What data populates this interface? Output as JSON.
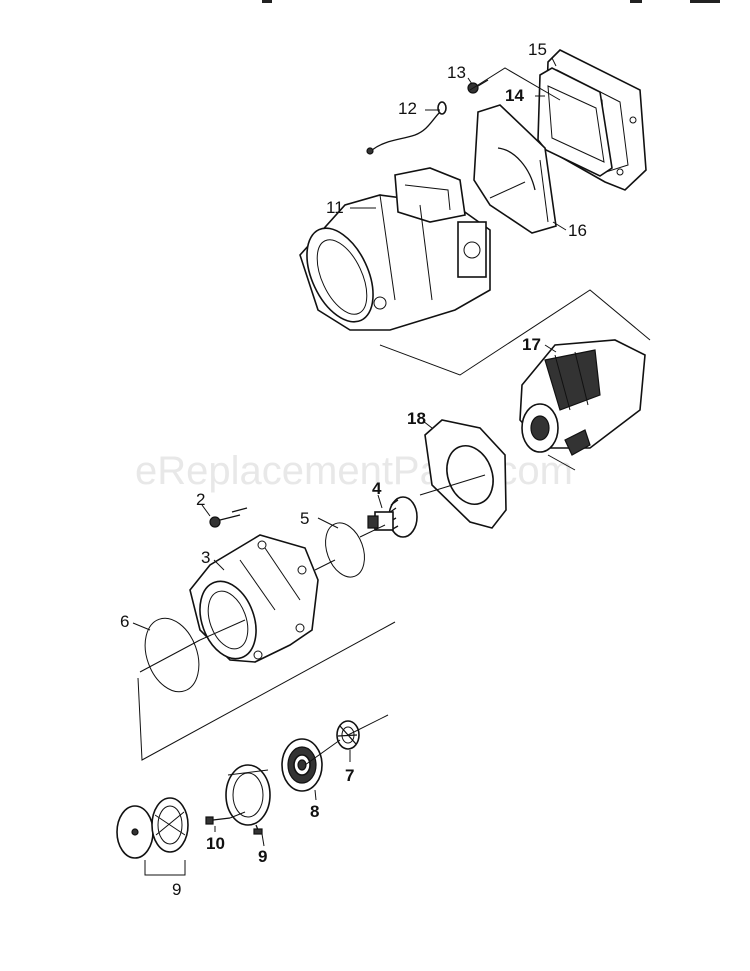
{
  "watermark": "eReplacementParts.com",
  "parts": [
    {
      "id": "p15",
      "label": "15"
    },
    {
      "id": "p13",
      "label": "13"
    },
    {
      "id": "p14",
      "label": "14"
    },
    {
      "id": "p12",
      "label": "12"
    },
    {
      "id": "p11",
      "label": "11"
    },
    {
      "id": "p16",
      "label": "16"
    },
    {
      "id": "p17",
      "label": "17"
    },
    {
      "id": "p18",
      "label": "18"
    },
    {
      "id": "p2",
      "label": "2"
    },
    {
      "id": "p4",
      "label": "4"
    },
    {
      "id": "p5",
      "label": "5"
    },
    {
      "id": "p3",
      "label": "3"
    },
    {
      "id": "p6",
      "label": "6"
    },
    {
      "id": "p7",
      "label": "7"
    },
    {
      "id": "p8",
      "label": "8"
    },
    {
      "id": "p10",
      "label": "10"
    },
    {
      "id": "p9a",
      "label": "9"
    },
    {
      "id": "p9b",
      "label": "9"
    }
  ]
}
